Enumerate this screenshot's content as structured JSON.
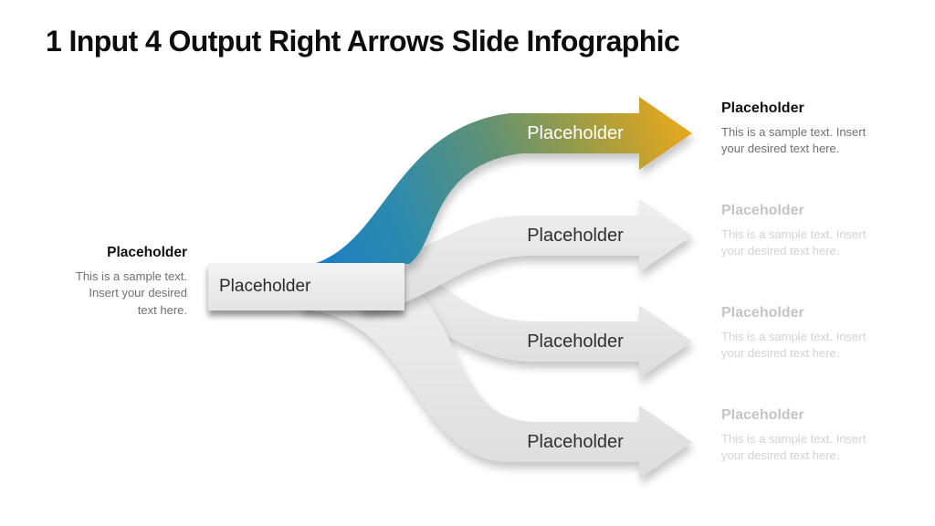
{
  "slide": {
    "title": "1 Input 4 Output Right Arrows Slide Infographic"
  },
  "input": {
    "box_label": "Placeholder",
    "annotation": {
      "heading": "Placeholder",
      "body": "This is a sample text.\nInsert your desired\ntext here."
    }
  },
  "outputs": [
    {
      "arrow_label": "Placeholder",
      "state": "highlighted",
      "annotation": {
        "heading": "Placeholder",
        "body": "This is a sample text. Insert\nyour desired text here."
      }
    },
    {
      "arrow_label": "Placeholder",
      "state": "dimmed",
      "annotation": {
        "heading": "Placeholder",
        "body": "This is a sample text. Insert\nyour desired text here."
      }
    },
    {
      "arrow_label": "Placeholder",
      "state": "dimmed",
      "annotation": {
        "heading": "Placeholder",
        "body": "This is a sample text. Insert\nyour desired text here."
      }
    },
    {
      "arrow_label": "Placeholder",
      "state": "dimmed",
      "annotation": {
        "heading": "Placeholder",
        "body": "This is a sample text. Insert\nyour desired text here."
      }
    }
  ],
  "colors": {
    "titleText": "#0d0d0d",
    "labelText": "#303030",
    "labelTextOnColor": "#ffffff",
    "headingText": "#111111",
    "bodyText": "#6f6f6f",
    "dimmedHeading": "#c4c4c4",
    "dimmedBody": "#d2d2d2",
    "gradientBlue": "#1b7ec4",
    "gradientTeal": "#2f8bab",
    "gradientGreen": "#5d9178",
    "gradientOlive": "#979c49",
    "gradientAmber": "#c9a22c",
    "gradientGold": "#eaa91c",
    "arrowGrayLight": "#efefef",
    "arrowGrayDark": "#dddddd",
    "boxLight": "#f2f2f2",
    "boxDark": "#e4e4e4"
  }
}
